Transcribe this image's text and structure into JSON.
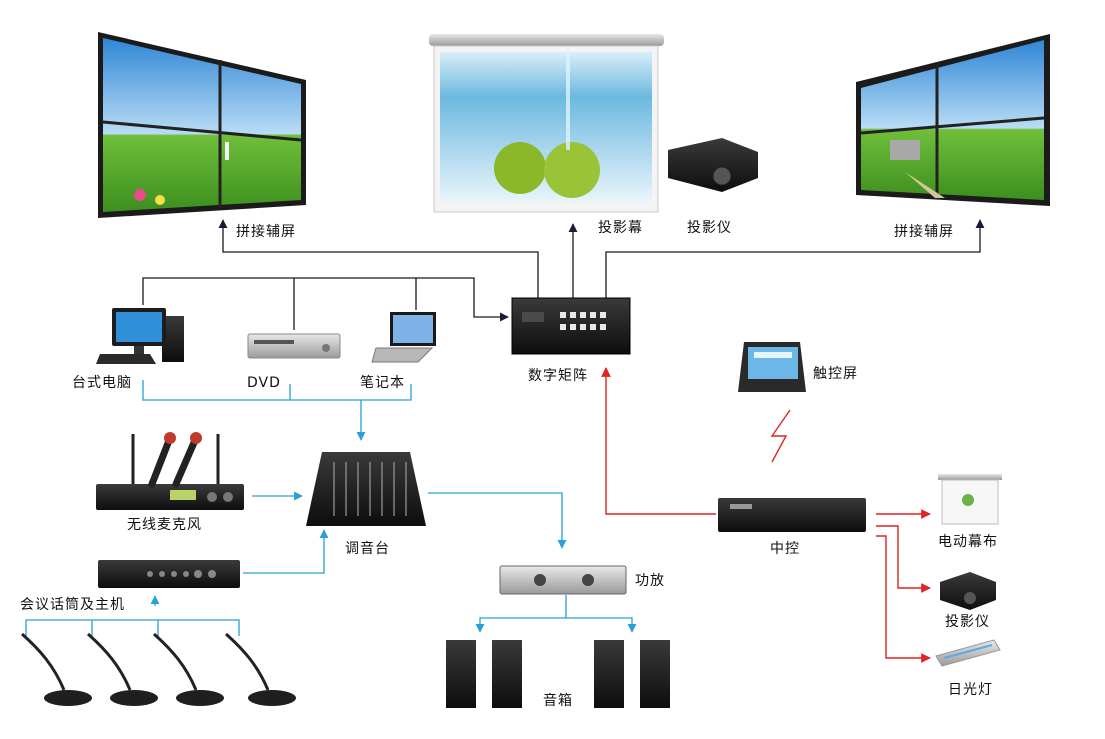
{
  "labels": {
    "splice_left": "拼接辅屏",
    "projection_screen": "投影幕",
    "projector_top": "投影仪",
    "splice_right": "拼接辅屏",
    "desktop_pc": "台式电脑",
    "dvd": "DVD",
    "laptop": "笔记本",
    "matrix": "数字矩阵",
    "touch_screen": "触控屏",
    "wireless_mic": "无线麦克风",
    "mixer": "调音台",
    "conference_mic": "会议话筒及主机",
    "amplifier": "功放",
    "speakers": "音箱",
    "central_control": "中控",
    "electric_screen": "电动幕布",
    "projector_right": "投影仪",
    "fluorescent_light": "日光灯"
  },
  "colors": {
    "video_line": "#1a1a1a",
    "audio_line": "#2b9fd8",
    "control_line": "#e02323"
  },
  "icons": {
    "matrix": "matrix-switcher-icon",
    "touch_screen": "touch-panel-icon",
    "central_control": "rack-controller-icon"
  }
}
